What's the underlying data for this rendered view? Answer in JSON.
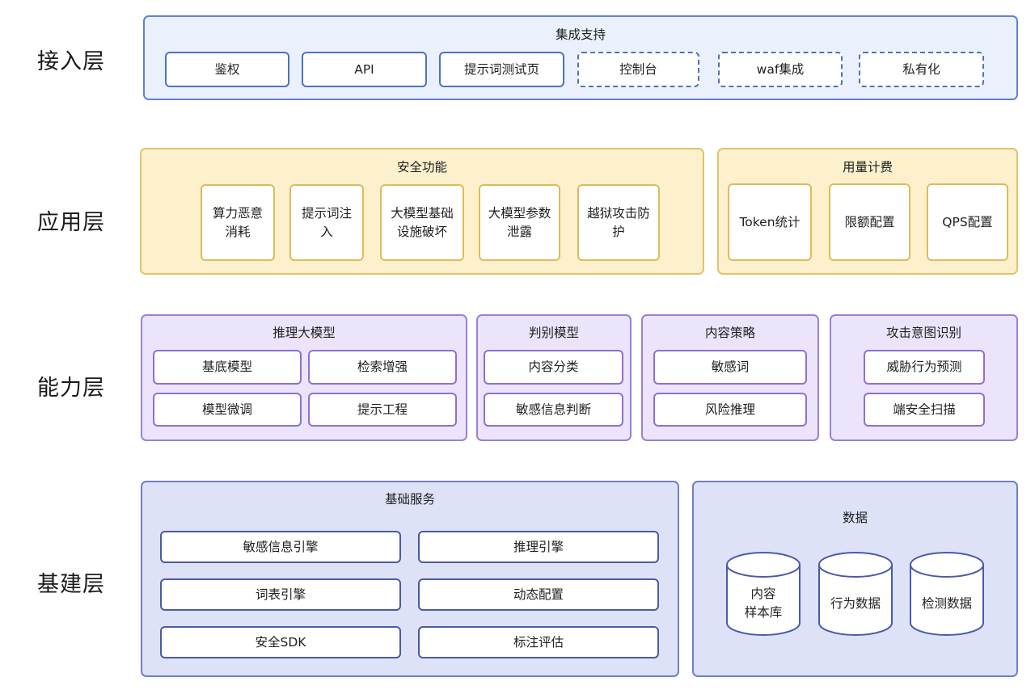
{
  "layers": {
    "access": {
      "label": "接入层",
      "panel_title": "集成支持",
      "items": [
        "鉴权",
        "API",
        "提示词测试页",
        "控制台",
        "waf集成",
        "私有化"
      ]
    },
    "application": {
      "label": "应用层",
      "security": {
        "title": "安全功能",
        "items": [
          {
            "line1": "算力恶意",
            "line2": "消耗"
          },
          {
            "line1": "提示词注",
            "line2": "入"
          },
          {
            "line1": "大模型基础",
            "line2": "设施破坏"
          },
          {
            "line1": "大模型参数",
            "line2": "泄露"
          },
          {
            "line1": "越狱攻击防",
            "line2": "护"
          }
        ]
      },
      "billing": {
        "title": "用量计费",
        "items": [
          "Token统计",
          "限额配置",
          "QPS配置"
        ]
      }
    },
    "capability": {
      "label": "能力层",
      "inference": {
        "title": "推理大模型",
        "items": [
          "基底模型",
          "检索增强",
          "模型微调",
          "提示工程"
        ]
      },
      "discriminator": {
        "title": "判别模型",
        "items": [
          "内容分类",
          "敏感信息判断"
        ]
      },
      "content_policy": {
        "title": "内容策略",
        "items": [
          "敏感词",
          "风险推理"
        ]
      },
      "attack_intent": {
        "title": "攻击意图识别",
        "items": [
          "威胁行为预测",
          "端安全扫描"
        ]
      }
    },
    "infrastructure": {
      "label": "基建层",
      "basic": {
        "title": "基础服务",
        "items": [
          "敏感信息引擎",
          "推理引擎",
          "词表引擎",
          "动态配置",
          "安全SDK",
          "标注评估"
        ]
      },
      "data": {
        "title": "数据",
        "stores": [
          {
            "line1": "内容",
            "line2": "样本库"
          },
          {
            "line1": "行为数据",
            "line2": ""
          },
          {
            "line1": "检测数据",
            "line2": ""
          }
        ]
      }
    }
  },
  "colors": {
    "blue_fill": "#eaf1fc",
    "blue_border": "#5d82d0",
    "yellow_fill": "#fcf1cc",
    "yellow_border": "#e2c36a",
    "purple_fill": "#ece4fb",
    "purple_border": "#9b7fd6",
    "indigo_fill": "#dde2f6",
    "indigo_border": "#6f7fc6"
  }
}
